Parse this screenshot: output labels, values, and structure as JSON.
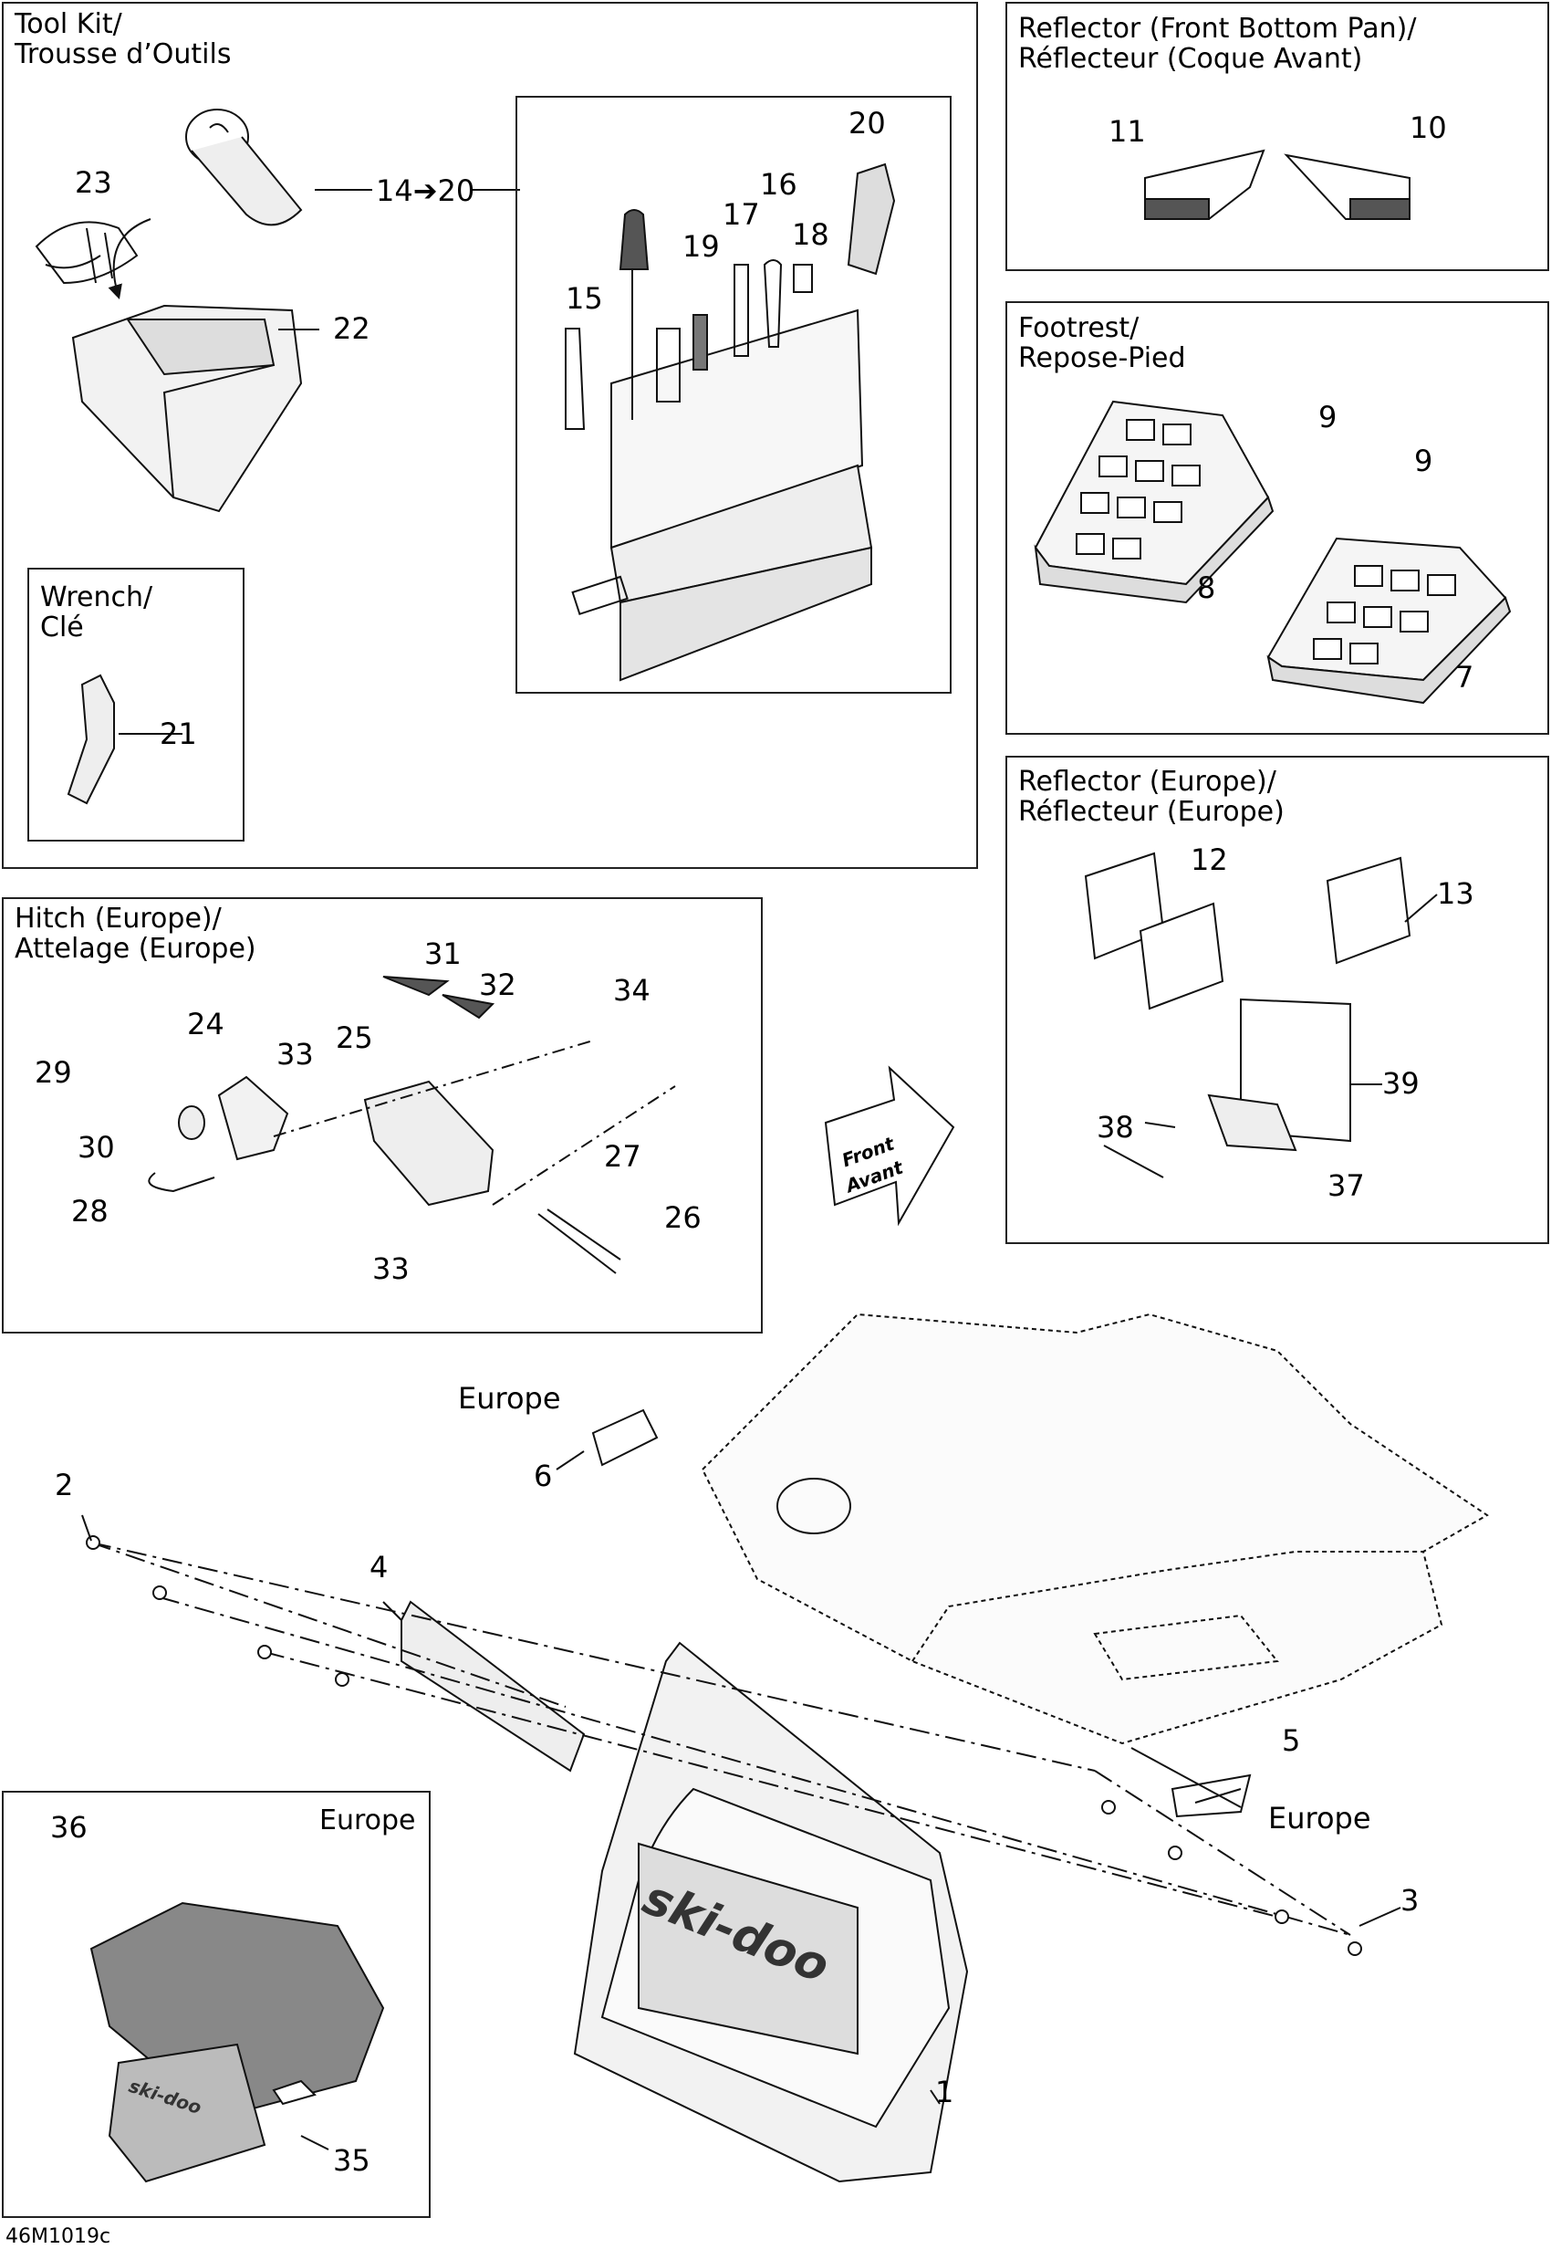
{
  "panels": {
    "toolkit": {
      "title": "Tool Kit/\nTrousse d’Outils"
    },
    "wrench": {
      "title": "Wrench/\nClé"
    },
    "reflector_front": {
      "title": "Reflector (Front Bottom Pan)/\nRéflecteur (Coque Avant)"
    },
    "footrest": {
      "title": "Footrest/\nRepose-Pied"
    },
    "reflector_europe": {
      "title": "Reflector (Europe)/\nRéflecteur (Europe)"
    },
    "hitch": {
      "title": "Hitch (Europe)/\nAttelage (Europe)"
    },
    "europe_inset": {
      "title": "Europe"
    }
  },
  "callouts": {
    "c1": "1",
    "c2": "2",
    "c3": "3",
    "c4": "4",
    "c5": "5",
    "c6": "6",
    "c7": "7",
    "c8": "8",
    "c9a": "9",
    "c9b": "9",
    "c10": "10",
    "c11": "11",
    "c12": "12",
    "c13": "13",
    "c14_20": "14➔20",
    "c15": "15",
    "c16": "16",
    "c17": "17",
    "c18": "18",
    "c19": "19",
    "c20": "20",
    "c21": "21",
    "c22": "22",
    "c23": "23",
    "c24": "24",
    "c25": "25",
    "c26": "26",
    "c27": "27",
    "c28": "28",
    "c29": "29",
    "c30": "30",
    "c31": "31",
    "c32": "32",
    "c33a": "33",
    "c33b": "33",
    "c34": "34",
    "c35": "35",
    "c36": "36",
    "c37": "37",
    "c38": "38",
    "c39": "39"
  },
  "labels": {
    "europe_6": "Europe",
    "europe_5": "Europe",
    "front_arrow_line1": "Front",
    "front_arrow_line2": "Avant",
    "brand": "ski-doo",
    "inset_brand": "ski-doo"
  },
  "drawing_code": "46M1019c"
}
